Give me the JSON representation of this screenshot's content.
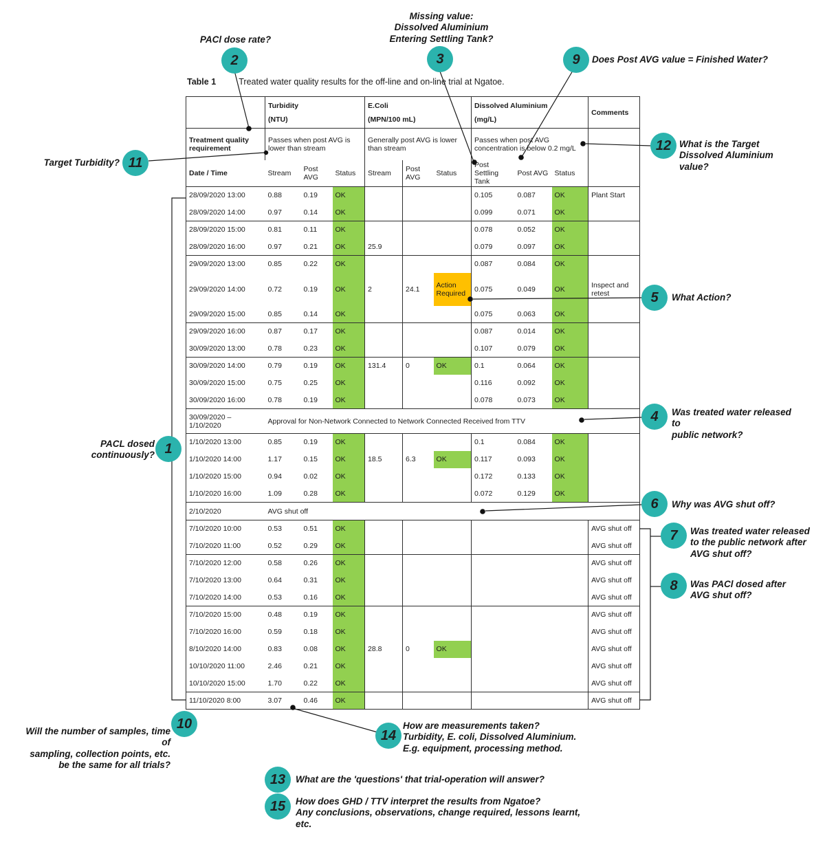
{
  "title": {
    "label": "Table 1",
    "caption": "Treated water quality results for the off-line and on-line trial at Ngatoe."
  },
  "colors": {
    "status_ok_green": "#92D050",
    "action_required_orange": "#FFC000",
    "annotation_teal": "#2BB3AD",
    "table_border": "#2f2f2f"
  },
  "table": {
    "groups": [
      {
        "name": "Turbidity",
        "unit": "(NTU)"
      },
      {
        "name": "E.Coli",
        "unit": "(MPN/100 mL)"
      },
      {
        "name": "Dissolved Aluminium",
        "unit": "(mg/L)"
      },
      {
        "name": "Comments",
        "unit": ""
      }
    ],
    "requirement_label": "Treatment quality requirement",
    "requirements": [
      "Passes when post AVG is lower than stream",
      "Generally post AVG is lower than stream",
      "Passes when post AVG concentration is below 0.2 mg/L"
    ],
    "columns": [
      "Date / Time",
      "Stream",
      "Post AVG",
      "Status",
      "Stream",
      "Post AVG",
      "Status",
      "Post Settling Tank",
      "Post AVG",
      "Status",
      ""
    ],
    "rows": [
      {
        "d": "28/09/2020 13:00",
        "ts": "0.88",
        "tp": "0.19",
        "tst": "OK",
        "es": "",
        "ep": "",
        "est": "",
        "dps": "0.105",
        "dpa": "0.087",
        "dst": "OK",
        "c": "Plant Start"
      },
      {
        "d": "28/09/2020 14:00",
        "ts": "0.97",
        "tp": "0.14",
        "tst": "OK",
        "es": "",
        "ep": "",
        "est": "",
        "dps": "0.099",
        "dpa": "0.071",
        "dst": "OK",
        "c": "",
        "end": true
      },
      {
        "d": "28/09/2020 15:00",
        "ts": "0.81",
        "tp": "0.11",
        "tst": "OK",
        "es": "",
        "ep": "",
        "est": "",
        "dps": "0.078",
        "dpa": "0.052",
        "dst": "OK",
        "c": ""
      },
      {
        "d": "28/09/2020 16:00",
        "ts": "0.97",
        "tp": "0.21",
        "tst": "OK",
        "es": "25.9",
        "ep": "",
        "est": "",
        "dps": "0.079",
        "dpa": "0.097",
        "dst": "OK",
        "c": "",
        "end": true
      },
      {
        "d": "29/09/2020 13:00",
        "ts": "0.85",
        "tp": "0.22",
        "tst": "OK",
        "es": "",
        "ep": "",
        "est": "",
        "dps": "0.087",
        "dpa": "0.084",
        "dst": "OK",
        "c": ""
      },
      {
        "d": "29/09/2020 14:00",
        "ts": "0.72",
        "tp": "0.19",
        "tst": "OK",
        "es": "2",
        "ep": "24.1",
        "est": "Action Required",
        "dps": "0.075",
        "dpa": "0.049",
        "dst": "OK",
        "c": "Inspect and retest",
        "tall": true
      },
      {
        "d": "29/09/2020 15:00",
        "ts": "0.85",
        "tp": "0.14",
        "tst": "OK",
        "es": "",
        "ep": "",
        "est": "",
        "dps": "0.075",
        "dpa": "0.063",
        "dst": "OK",
        "c": "",
        "end": true
      },
      {
        "d": "29/09/2020 16:00",
        "ts": "0.87",
        "tp": "0.17",
        "tst": "OK",
        "es": "",
        "ep": "",
        "est": "",
        "dps": "0.087",
        "dpa": "0.014",
        "dst": "OK",
        "c": ""
      },
      {
        "d": "30/09/2020 13:00",
        "ts": "0.78",
        "tp": "0.23",
        "tst": "OK",
        "es": "",
        "ep": "",
        "est": "",
        "dps": "0.107",
        "dpa": "0.079",
        "dst": "OK",
        "c": "",
        "end": true
      },
      {
        "d": "30/09/2020 14:00",
        "ts": "0.79",
        "tp": "0.19",
        "tst": "OK",
        "es": "131.4",
        "ep": "0",
        "est": "OK",
        "dps": "0.1",
        "dpa": "0.064",
        "dst": "OK",
        "c": ""
      },
      {
        "d": "30/09/2020 15:00",
        "ts": "0.75",
        "tp": "0.25",
        "tst": "OK",
        "es": "",
        "ep": "",
        "est": "",
        "dps": "0.116",
        "dpa": "0.092",
        "dst": "OK",
        "c": ""
      },
      {
        "d": "30/09/2020 16:00",
        "ts": "0.78",
        "tp": "0.19",
        "tst": "OK",
        "es": "",
        "ep": "",
        "est": "",
        "dps": "0.078",
        "dpa": "0.073",
        "dst": "OK",
        "c": "",
        "end": true
      },
      {
        "type": "span",
        "d": "30/09/2020 –\n1/10/2020",
        "text": "Approval for Non-Network Connected to Network Connected Received from TTV",
        "end": true
      },
      {
        "d": "1/10/2020 13:00",
        "ts": "0.85",
        "tp": "0.19",
        "tst": "OK",
        "es": "",
        "ep": "",
        "est": "",
        "dps": "0.1",
        "dpa": "0.084",
        "dst": "OK",
        "c": ""
      },
      {
        "d": "1/10/2020 14:00",
        "ts": "1.17",
        "tp": "0.15",
        "tst": "OK",
        "es": "18.5",
        "ep": "6.3",
        "est": "OK",
        "dps": "0.117",
        "dpa": "0.093",
        "dst": "OK",
        "c": ""
      },
      {
        "d": "1/10/2020 15:00",
        "ts": "0.94",
        "tp": "0.02",
        "tst": "OK",
        "es": "",
        "ep": "",
        "est": "",
        "dps": "0.172",
        "dpa": "0.133",
        "dst": "OK",
        "c": ""
      },
      {
        "d": "1/10/2020 16:00",
        "ts": "1.09",
        "tp": "0.28",
        "tst": "OK",
        "es": "",
        "ep": "",
        "est": "",
        "dps": "0.072",
        "dpa": "0.129",
        "dst": "OK",
        "c": "",
        "end": true
      },
      {
        "type": "span",
        "d": "2/10/2020",
        "text": "AVG shut off",
        "small": true,
        "end": true
      },
      {
        "d": "7/10/2020 10:00",
        "ts": "0.53",
        "tp": "0.51",
        "tst": "OK",
        "es": "",
        "ep": "",
        "est": "",
        "dps": "",
        "dpa": "",
        "dst": "",
        "c": "AVG shut off"
      },
      {
        "d": "7/10/2020 11:00",
        "ts": "0.52",
        "tp": "0.29",
        "tst": "OK",
        "es": "",
        "ep": "",
        "est": "",
        "dps": "",
        "dpa": "",
        "dst": "",
        "c": "AVG shut off",
        "end": true
      },
      {
        "d": "7/10/2020 12:00",
        "ts": "0.58",
        "tp": "0.26",
        "tst": "OK",
        "es": "",
        "ep": "",
        "est": "",
        "dps": "",
        "dpa": "",
        "dst": "",
        "c": "AVG shut off"
      },
      {
        "d": "7/10/2020 13:00",
        "ts": "0.64",
        "tp": "0.31",
        "tst": "OK",
        "es": "",
        "ep": "",
        "est": "",
        "dps": "",
        "dpa": "",
        "dst": "",
        "c": "AVG shut off"
      },
      {
        "d": "7/10/2020 14:00",
        "ts": "0.53",
        "tp": "0.16",
        "tst": "OK",
        "es": "",
        "ep": "",
        "est": "",
        "dps": "",
        "dpa": "",
        "dst": "",
        "c": "AVG shut off",
        "end": true
      },
      {
        "d": "7/10/2020 15:00",
        "ts": "0.48",
        "tp": "0.19",
        "tst": "OK",
        "es": "",
        "ep": "",
        "est": "",
        "dps": "",
        "dpa": "",
        "dst": "",
        "c": "AVG shut off"
      },
      {
        "d": "7/10/2020 16:00",
        "ts": "0.59",
        "tp": "0.18",
        "tst": "OK",
        "es": "",
        "ep": "",
        "est": "",
        "dps": "",
        "dpa": "",
        "dst": "",
        "c": "AVG shut off"
      },
      {
        "d": "8/10/2020 14:00",
        "ts": "0.83",
        "tp": "0.08",
        "tst": "OK",
        "es": "28.8",
        "ep": "0",
        "est": "OK",
        "dps": "",
        "dpa": "",
        "dst": "",
        "c": "AVG shut off"
      },
      {
        "d": "10/10/2020 11:00",
        "ts": "2.46",
        "tp": "0.21",
        "tst": "OK",
        "es": "",
        "ep": "",
        "est": "",
        "dps": "",
        "dpa": "",
        "dst": "",
        "c": "AVG shut off"
      },
      {
        "d": "10/10/2020 15:00",
        "ts": "1.70",
        "tp": "0.22",
        "tst": "OK",
        "es": "",
        "ep": "",
        "est": "",
        "dps": "",
        "dpa": "",
        "dst": "",
        "c": "AVG shut off",
        "end": true
      },
      {
        "d": "11/10/2020 8:00",
        "ts": "3.07",
        "tp": "0.46",
        "tst": "OK",
        "es": "",
        "ep": "",
        "est": "",
        "dps": "",
        "dpa": "",
        "dst": "",
        "c": "AVG shut off"
      }
    ]
  },
  "annotations": {
    "n1": {
      "num": "1",
      "text": "PACL dosed\ncontinuously?"
    },
    "n2": {
      "num": "2",
      "text": "PACl dose rate?"
    },
    "n3": {
      "num": "3",
      "text": "Missing value:\nDissolved Aluminium\nEntering Settling Tank?"
    },
    "n4": {
      "num": "4",
      "text": "Was treated water released to\npublic network?"
    },
    "n5": {
      "num": "5",
      "text": "What Action?"
    },
    "n6": {
      "num": "6",
      "text": "Why was AVG shut off?"
    },
    "n7": {
      "num": "7",
      "text": "Was treated water released\nto the public network after\nAVG shut off?"
    },
    "n8": {
      "num": "8",
      "text": "Was PACl dosed after\nAVG shut off?"
    },
    "n9": {
      "num": "9",
      "text": "Does Post AVG value = Finished Water?"
    },
    "n10": {
      "num": "10",
      "text": "Will the number of samples, time of\nsampling, collection points, etc.\nbe the same for all trials?"
    },
    "n11": {
      "num": "11",
      "text": "Target Turbidity?"
    },
    "n12": {
      "num": "12",
      "text": "What is the Target\nDissolved Aluminium\nvalue?"
    },
    "n13": {
      "num": "13",
      "text": "What are the 'questions' that trial-operation will answer?"
    },
    "n14": {
      "num": "14",
      "text": "How are measurements taken?\nTurbidity, E. coli, Dissolved Aluminium.\nE.g. equipment, processing method."
    },
    "n15": {
      "num": "15",
      "text": "How does GHD / TTV interpret the results from Ngatoe?\nAny conclusions, observations, change required, lessons learnt, etc."
    }
  }
}
